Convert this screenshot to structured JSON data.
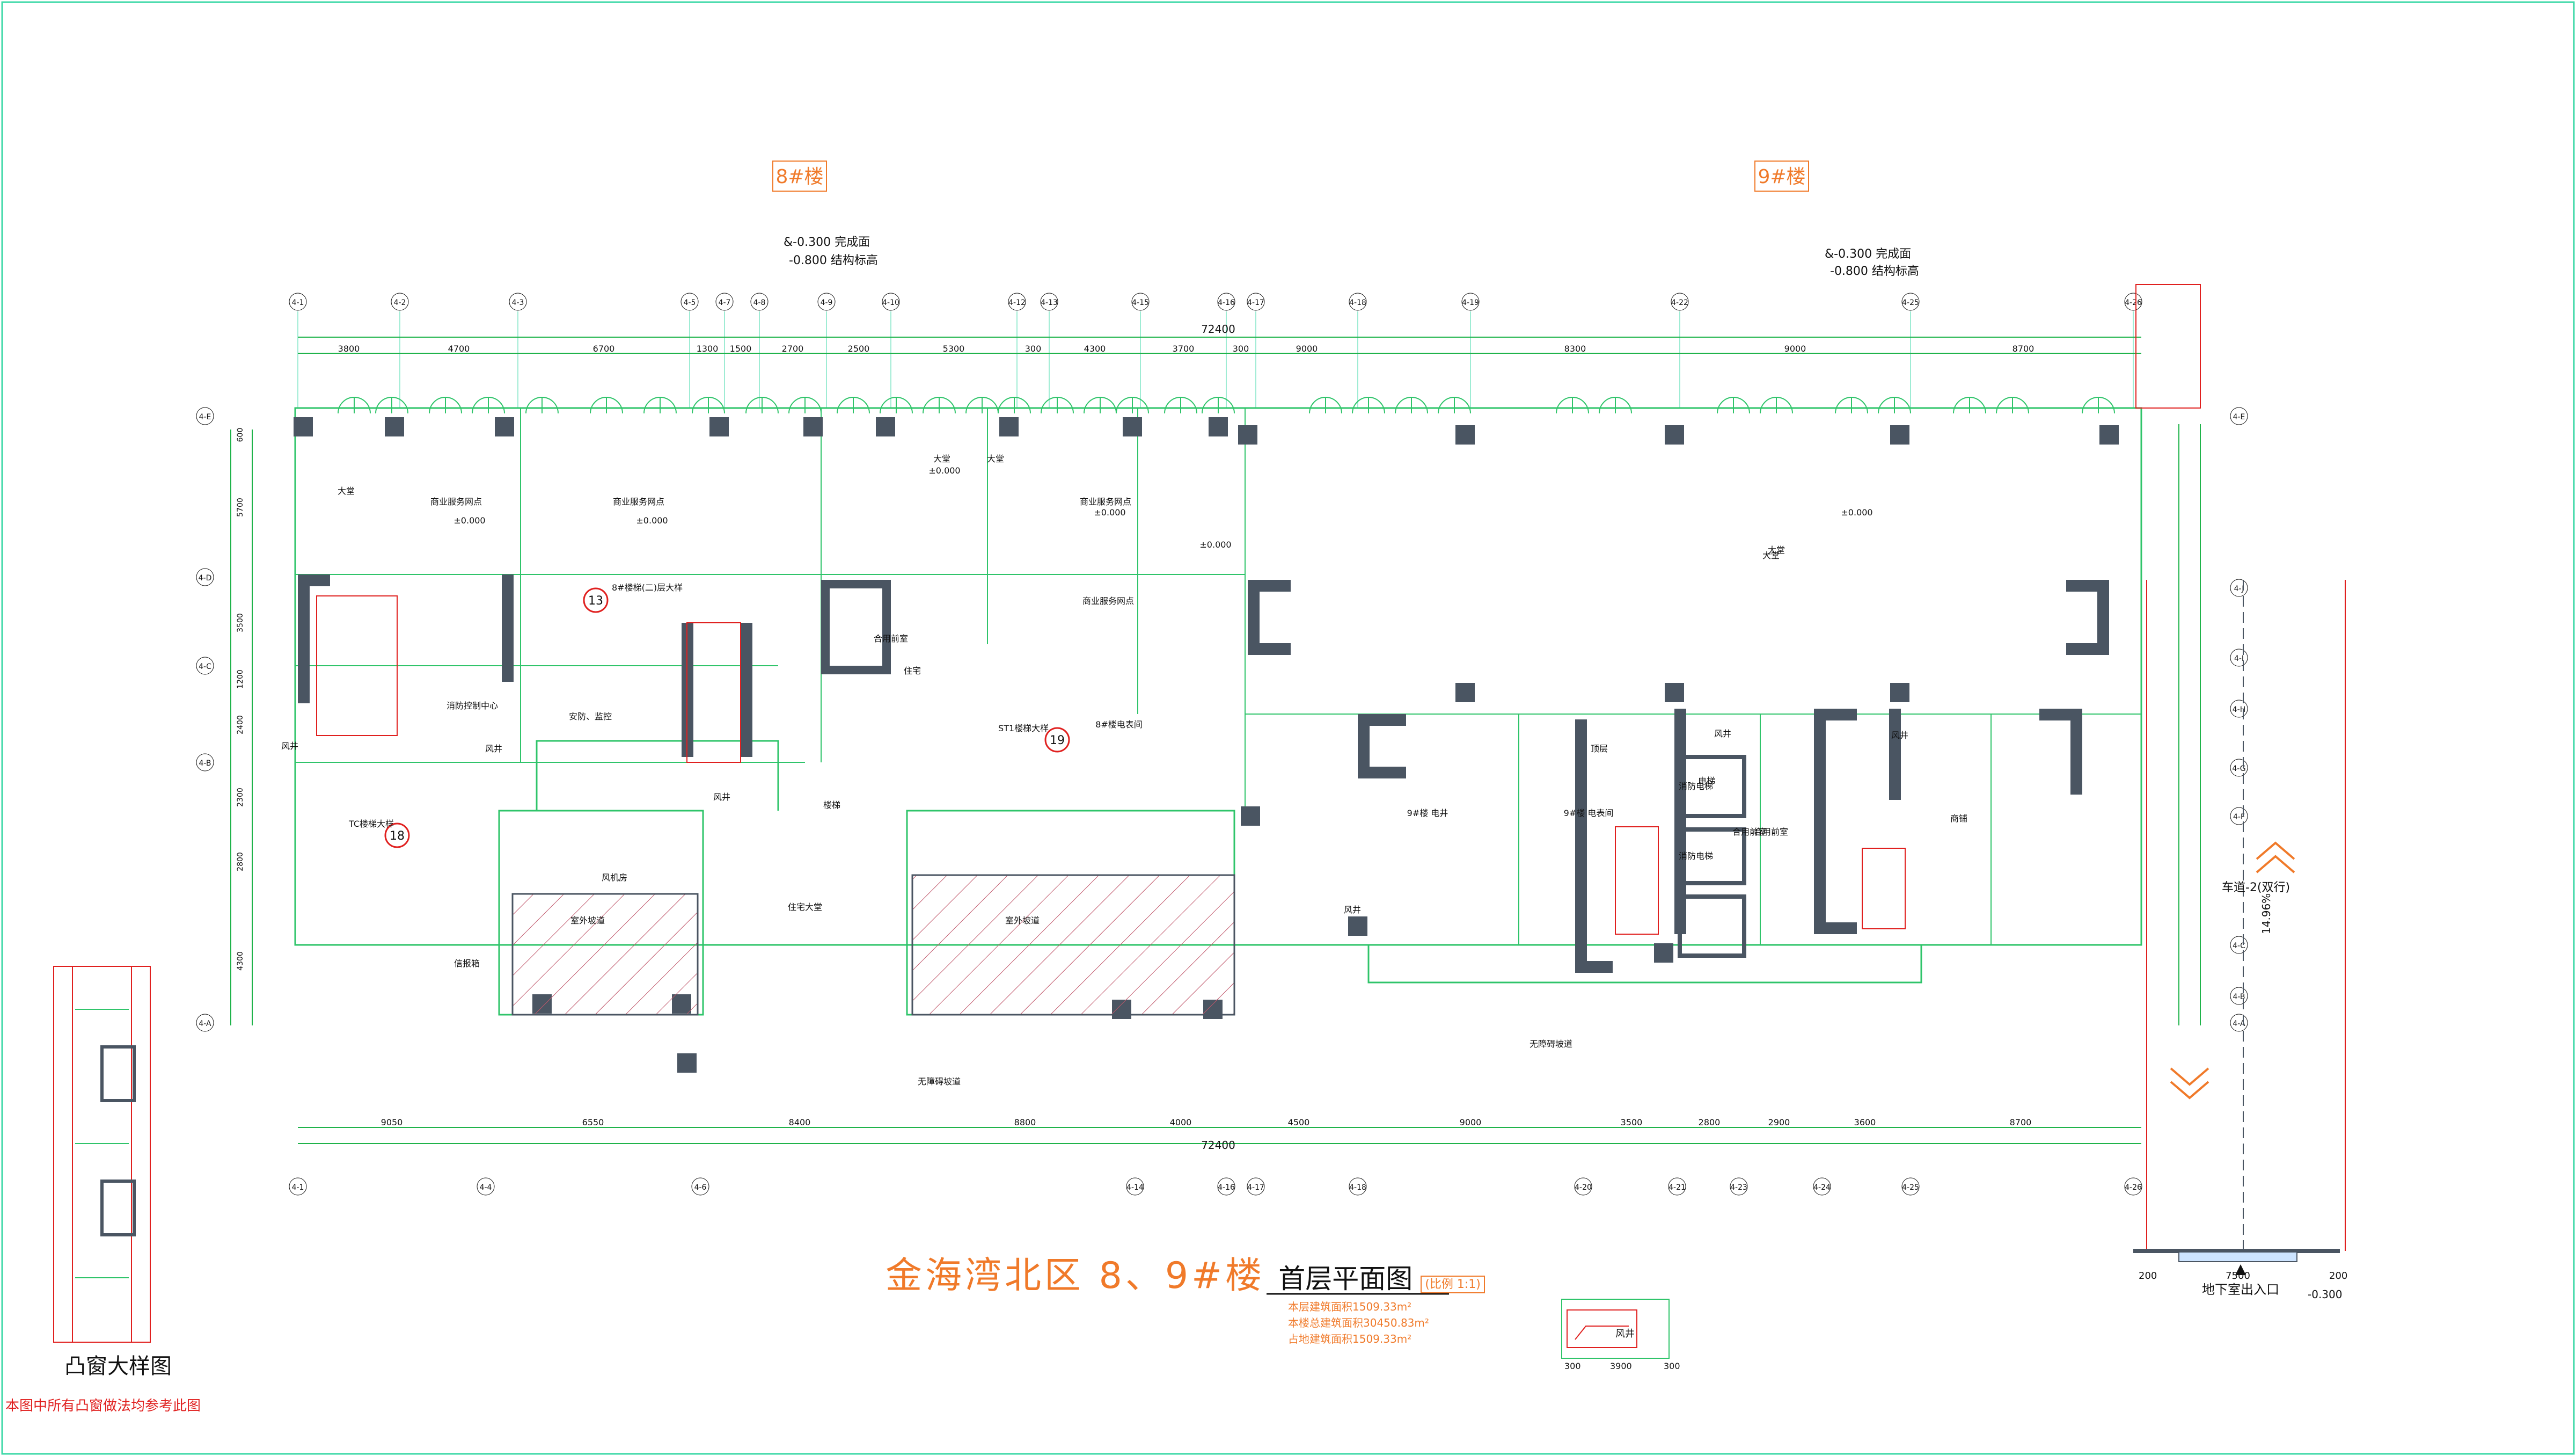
{
  "buildings": [
    {
      "name": "8#楼",
      "elev_finish": "&-0.300 完成面",
      "elev_struct": "-0.800 结构标高"
    },
    {
      "name": "9#楼",
      "elev_finish": "&-0.300 完成面",
      "elev_struct": "-0.800 结构标高"
    }
  ],
  "title": {
    "main": "金海湾北区 8、9#楼",
    "sub": "首层平面图",
    "scale": "(比例 1:1)",
    "areas": [
      "本层建筑面积1509.33m²",
      "本楼总建筑面积30450.83m²",
      "占地建筑面积1509.33m²"
    ]
  },
  "detail": {
    "title": "凸窗大样图",
    "note": "本图中所有凸窗做法均参考此图"
  },
  "axes_top": [
    "4-1",
    "4-2",
    "4-3",
    "4-5",
    "4-7",
    "4-8",
    "4-9",
    "4-10",
    "4-12",
    "4-13",
    "4-15",
    "4-16",
    "4-17",
    "4-18",
    "4-19",
    "4-22",
    "4-25",
    "4-26"
  ],
  "axes_bottom": [
    "4-1",
    "4-4",
    "4-6",
    "4-14",
    "4-16",
    "4-17",
    "4-18",
    "4-20",
    "4-21",
    "4-23",
    "4-24",
    "4-25",
    "4-26"
  ],
  "axes_left": [
    "4-E",
    "4-D",
    "4-C",
    "4-B",
    "4-A"
  ],
  "axes_right": [
    "4-E",
    "4-J",
    "4-I",
    "4-H",
    "4-G",
    "4-F",
    "4-C",
    "4-B",
    "4-A"
  ],
  "dims_top": [
    "3800",
    "4700",
    "6700",
    "1300",
    "1500",
    "2700",
    "2500",
    "5300",
    "300",
    "4300",
    "3700",
    "300",
    "9000",
    "8300",
    "9000",
    "8700"
  ],
  "dims_top_total": "72400",
  "dims_bottom": [
    "9050",
    "6550",
    "8400",
    "8800",
    "4000",
    "4500",
    "9000",
    "3500",
    "2800",
    "2900",
    "3600",
    "8700"
  ],
  "dims_bottom_total": "72400",
  "dims_left": [
    "600",
    "5700",
    "3500",
    "1200",
    "2400",
    "2300",
    "2800",
    "4300"
  ],
  "room_labels": [
    "大堂",
    "商业服务网点",
    "商业服务网点",
    "大堂",
    "大堂",
    "商业服务网点",
    "商业服务网点",
    "±0.000",
    "±0.000",
    "±0.000",
    "±0.000",
    "±0.000",
    "消防控制中心",
    "安防、监控",
    "风井",
    "风井",
    "风机房",
    "住宅大堂",
    "室外坡道",
    "室外坡道",
    "信报箱",
    "大堂",
    "风井",
    "住宅",
    "合用前室",
    "合用前室",
    "顶层",
    "楼梯",
    "8#楼电表间",
    "9#楼 电井",
    "9#楼 电表间",
    "消防电梯",
    "无障碍坡道",
    "无障碍坡道",
    "风井"
  ],
  "room_labels_9": [
    "大堂",
    "±0.000",
    "电梯",
    "风井",
    "合用前室",
    "消防电梯",
    "风井",
    "商铺"
  ],
  "ramp_label": "车道-2(双行)",
  "ramp_slope": "14.96%",
  "basement_exit": "地下室出入口",
  "elev_bottom": "-0.300",
  "ramp_dims": [
    "200",
    "7500",
    "200"
  ],
  "legend_dims": [
    "300",
    "3900",
    "300"
  ],
  "legend_label": "风井",
  "callouts": [
    {
      "num": "13",
      "text": "8#楼梯(二)层大样"
    },
    {
      "num": "18",
      "text": "TC楼梯大样"
    },
    {
      "num": "19",
      "text": "ST1楼梯大样"
    }
  ]
}
